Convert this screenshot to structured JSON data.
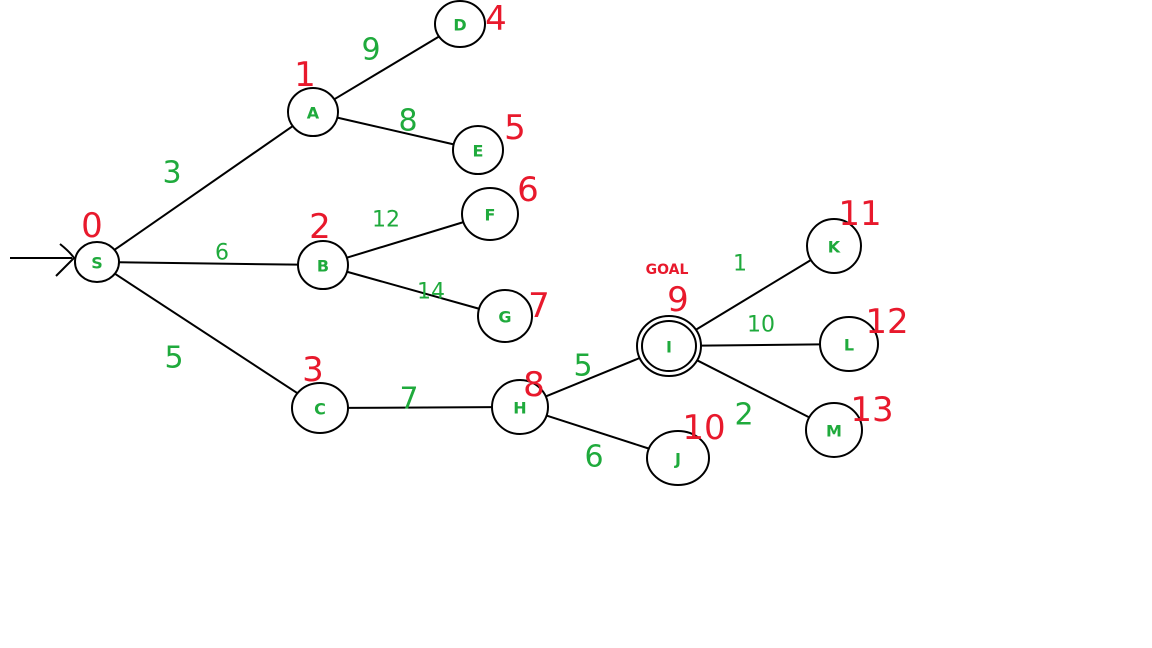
{
  "colors": {
    "node_label": "#1faa3c",
    "edge_weight": "#1faa3c",
    "visit_order": "#e8192c",
    "goal_label": "#e8192c",
    "edge": "#000000"
  },
  "goal": {
    "label": "GOAL",
    "node": "I"
  },
  "start_node": "S",
  "nodes": [
    {
      "id": "S",
      "label": "S",
      "order": "0"
    },
    {
      "id": "A",
      "label": "A",
      "order": "1"
    },
    {
      "id": "B",
      "label": "B",
      "order": "2"
    },
    {
      "id": "C",
      "label": "C",
      "order": "3"
    },
    {
      "id": "D",
      "label": "D",
      "order": "4"
    },
    {
      "id": "E",
      "label": "E",
      "order": "5"
    },
    {
      "id": "F",
      "label": "F",
      "order": "6"
    },
    {
      "id": "G",
      "label": "G",
      "order": "7"
    },
    {
      "id": "H",
      "label": "H",
      "order": "8"
    },
    {
      "id": "I",
      "label": "I",
      "order": "9"
    },
    {
      "id": "J",
      "label": "J",
      "order": "10"
    },
    {
      "id": "K",
      "label": "K",
      "order": "11"
    },
    {
      "id": "L",
      "label": "L",
      "order": "12"
    },
    {
      "id": "M",
      "label": "M",
      "order": "13"
    }
  ],
  "edges": [
    {
      "from": "S",
      "to": "A",
      "weight": "3"
    },
    {
      "from": "S",
      "to": "B",
      "weight": "6"
    },
    {
      "from": "S",
      "to": "C",
      "weight": "5"
    },
    {
      "from": "A",
      "to": "D",
      "weight": "9"
    },
    {
      "from": "A",
      "to": "E",
      "weight": "8"
    },
    {
      "from": "B",
      "to": "F",
      "weight": "12"
    },
    {
      "from": "B",
      "to": "G",
      "weight": "14"
    },
    {
      "from": "C",
      "to": "H",
      "weight": "7"
    },
    {
      "from": "H",
      "to": "I",
      "weight": "5"
    },
    {
      "from": "H",
      "to": "J",
      "weight": "6"
    },
    {
      "from": "I",
      "to": "K",
      "weight": "1"
    },
    {
      "from": "I",
      "to": "L",
      "weight": "10"
    },
    {
      "from": "I",
      "to": "M",
      "weight": "2"
    }
  ]
}
